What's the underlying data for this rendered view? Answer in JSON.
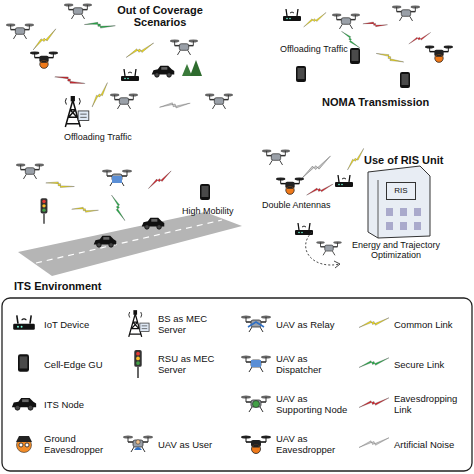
{
  "diagram": {
    "nodes": [
      {
        "text": [
          "RIS"
        ]
      }
    ],
    "labels": [
      "Out of Coverage Scenarios",
      "Offloading Traffic",
      "NOMA Transmission",
      "Offloading Traffic",
      "Use of RIS Unit",
      "Double Antennas",
      "High Mobility",
      "Energy and Trajectory Optimization",
      "ITS Environment"
    ],
    "legend": [
      {
        "text": "IoT Device"
      },
      {
        "text": "BS as MEC Server"
      },
      {
        "text": "UAV as Relay"
      },
      {
        "text": "Common Link"
      },
      {
        "text": "Cell-Edge GU"
      },
      {
        "text": "RSU as MEC Server"
      },
      {
        "text": "UAV as Dispatcher"
      },
      {
        "text": "Secure Link"
      },
      {
        "text": "ITS Node"
      },
      {
        "text": "UAV as Supporting Node"
      },
      {
        "text": "Eavesdropping Link"
      },
      {
        "text": "Ground Eavesdropper"
      },
      {
        "text": "UAV as User"
      },
      {
        "text": "UAV as Eavesdropper"
      },
      {
        "text": "Artificial Noise"
      }
    ]
  }
}
